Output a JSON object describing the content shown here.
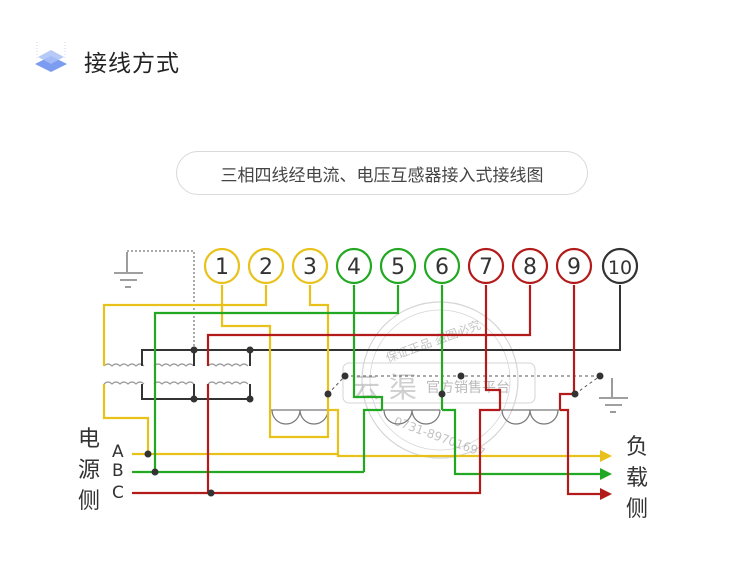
{
  "header": {
    "title": "接线方式",
    "icon": "layers-icon",
    "icon_color": "#7b9cf0"
  },
  "diagram": {
    "title": "三相四线经电流、电压互感器接入式接线图",
    "terminals": [
      {
        "label": "1",
        "color": "#e8c21a"
      },
      {
        "label": "2",
        "color": "#e8c21a"
      },
      {
        "label": "3",
        "color": "#e8c21a"
      },
      {
        "label": "4",
        "color": "#22a822"
      },
      {
        "label": "5",
        "color": "#22a822"
      },
      {
        "label": "6",
        "color": "#22a822"
      },
      {
        "label": "7",
        "color": "#b31a1a"
      },
      {
        "label": "8",
        "color": "#b31a1a"
      },
      {
        "label": "9",
        "color": "#b31a1a"
      },
      {
        "label": "10",
        "color": "#333333"
      }
    ],
    "source_side": {
      "label_lines": [
        "电",
        "源",
        "侧"
      ],
      "phases": [
        "A",
        "B",
        "C"
      ]
    },
    "load_side": {
      "label_lines": [
        "负",
        "载",
        "侧"
      ]
    },
    "phase_colors": {
      "A": "#e8c21a",
      "B": "#22a822",
      "C": "#b31a1a",
      "N": "#333333"
    },
    "watermark": {
      "brand": "云 渠",
      "text": "官方销售平台",
      "ring_top": "保证正品 盗图必究",
      "ring_bottom": "0731-89701697"
    }
  }
}
